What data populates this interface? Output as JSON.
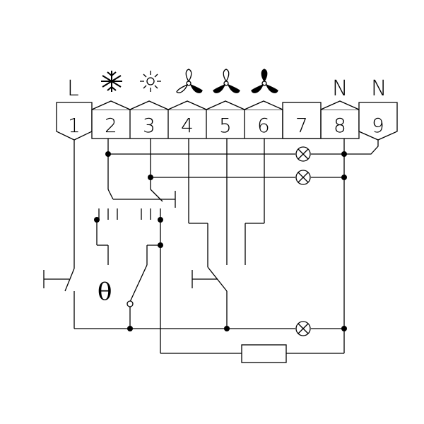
{
  "header": {
    "labels": [
      "L",
      "N",
      "N"
    ],
    "icons": [
      "snowflake-icon",
      "sun-icon",
      "fan-low-icon",
      "fan-medium-icon",
      "fan-high-icon"
    ]
  },
  "terminals": [
    "1",
    "2",
    "3",
    "4",
    "5",
    "6",
    "7",
    "8",
    "9"
  ],
  "thermostat_symbol": "θ",
  "colors": {
    "line": "#000000",
    "background": "#ffffff"
  }
}
